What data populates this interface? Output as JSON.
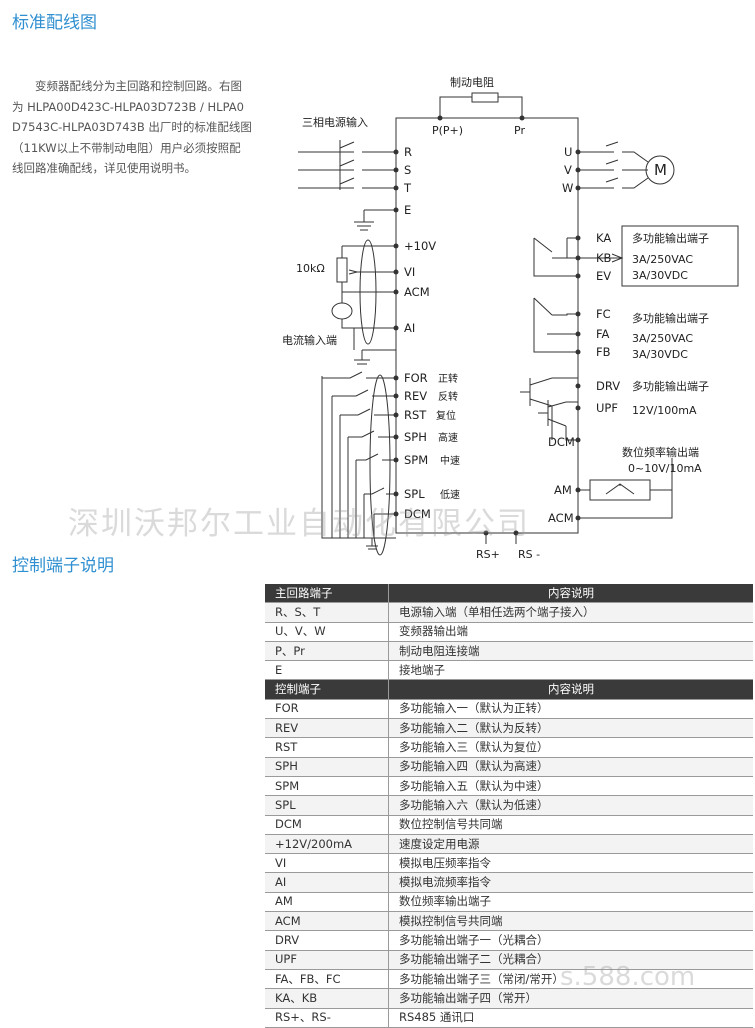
{
  "headings": {
    "wiring_title": "标准配线图",
    "terminal_title": "控制端子说明"
  },
  "intro_text": "变频器配线分为主回路和控制回路。右图为 HLPA00D423C-HLPA03D723B / HLPA0D7543C-HLPA03D743B 出厂时的标准配线图（11KW以上不带制动电阻）用户必须按照配线回路准确配线，详见使用说明书。",
  "diagram": {
    "brake_resistor": "制动电阻",
    "p_terminal": "P(P+)",
    "pr_terminal": "Pr",
    "three_phase_input": "三相电源输入",
    "motor": "M",
    "resistor_value": "10kΩ",
    "current_input": "电流输入端",
    "left_terminals": [
      {
        "label": "R",
        "extra": ""
      },
      {
        "label": "S",
        "extra": ""
      },
      {
        "label": "T",
        "extra": ""
      },
      {
        "label": "E",
        "extra": ""
      },
      {
        "label": "+10V",
        "extra": ""
      },
      {
        "label": "VI",
        "extra": ""
      },
      {
        "label": "ACM",
        "extra": ""
      },
      {
        "label": "AI",
        "extra": ""
      },
      {
        "label": "FOR",
        "extra": "正转"
      },
      {
        "label": "REV",
        "extra": "反转"
      },
      {
        "label": "RST",
        "extra": "复位"
      },
      {
        "label": "SPH",
        "extra": "高速"
      },
      {
        "label": "SPM",
        "extra": "中速"
      },
      {
        "label": "SPL",
        "extra": "低速"
      },
      {
        "label": "DCM",
        "extra": ""
      }
    ],
    "right_terminals": [
      "U",
      "V",
      "W",
      "KA",
      "KB",
      "EV",
      "FC",
      "FA",
      "FB",
      "DRV",
      "UPF",
      "DCM",
      "AM",
      "ACM"
    ],
    "relay1_label": "多功能输出端子",
    "relay1_rating1": "3A/250VAC",
    "relay1_rating2": "3A/30VDC",
    "relay2_label": "多功能输出端子",
    "relay2_rating1": "3A/250VAC",
    "relay2_rating2": "3A/30VDC",
    "oc_label": "多功能输出端子",
    "oc_rating": "12V/100mA",
    "freq_out_label": "数位频率输出端",
    "freq_out_range": "0~10V/10mA",
    "rs_plus": "RS+",
    "rs_minus": "RS -"
  },
  "watermark": "深圳沃邦尔工业自动化有限公司",
  "watermark2": "s.588.com",
  "main_table": {
    "header": [
      "主回路端子",
      "内容说明"
    ],
    "rows": [
      [
        "R、S、T",
        "电源输入端（单相任选两个端子接入）"
      ],
      [
        "U、V、W",
        "变频器输出端"
      ],
      [
        "P、Pr",
        "制动电阻连接端"
      ],
      [
        "E",
        "接地端子"
      ]
    ]
  },
  "control_table": {
    "header": [
      "控制端子",
      "内容说明"
    ],
    "rows": [
      [
        "FOR",
        "多功能输入一（默认为正转）"
      ],
      [
        "REV",
        "多功能输入二（默认为反转）"
      ],
      [
        "RST",
        "多功能输入三（默认为复位）"
      ],
      [
        "SPH",
        "多功能输入四（默认为高速）"
      ],
      [
        "SPM",
        "多功能输入五（默认为中速）"
      ],
      [
        "SPL",
        "多功能输入六（默认为低速）"
      ],
      [
        "DCM",
        "数位控制信号共同端"
      ],
      [
        "+12V/200mA",
        "速度设定用电源"
      ],
      [
        "VI",
        "模拟电压频率指令"
      ],
      [
        "AI",
        "模拟电流频率指令"
      ],
      [
        "AM",
        "数位频率输出端子"
      ],
      [
        "ACM",
        "模拟控制信号共同端"
      ],
      [
        "DRV",
        "多功能输出端子一（光耦合）"
      ],
      [
        "UPF",
        "多功能输出端子二（光耦合）"
      ],
      [
        "FA、FB、FC",
        "多功能输出端子三（常闭/常开）"
      ],
      [
        "KA、KB",
        "多功能输出端子四（常开）"
      ],
      [
        "RS+、RS-",
        "RS485 通讯口"
      ]
    ]
  }
}
